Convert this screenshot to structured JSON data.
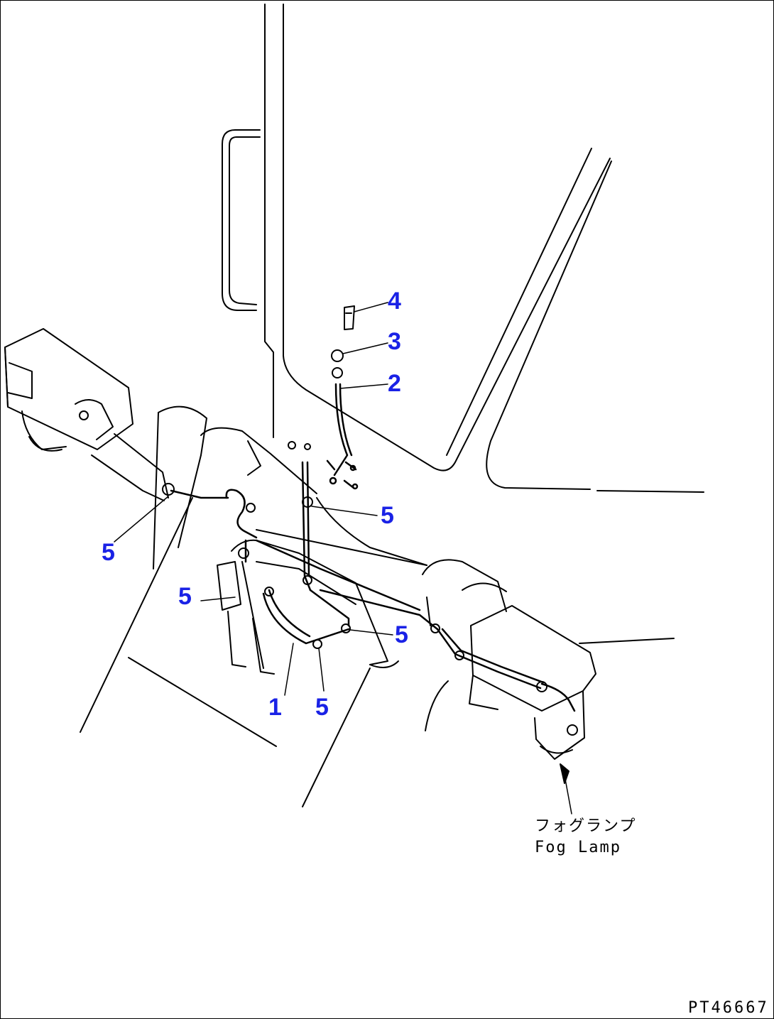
{
  "callouts": [
    {
      "text": "4"
    },
    {
      "text": "3"
    },
    {
      "text": "2"
    },
    {
      "text": "5"
    },
    {
      "text": "5"
    },
    {
      "text": "5"
    },
    {
      "text": "5"
    },
    {
      "text": "1"
    },
    {
      "text": "5"
    }
  ],
  "caption": {
    "japanese": "フォグランプ",
    "english": "Fog Lamp"
  },
  "part_id": "PT46667",
  "colors": {
    "callout": "#1a22e6",
    "line": "#000000"
  }
}
